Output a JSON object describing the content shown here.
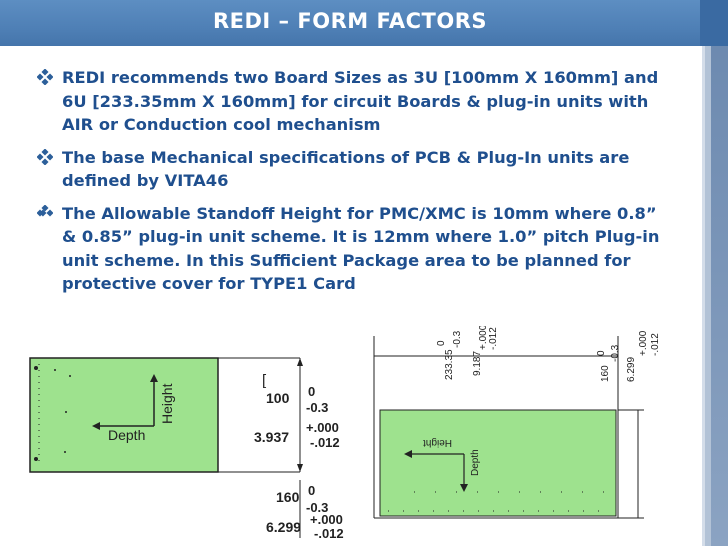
{
  "slide": {
    "title": "REDI – FORM FACTORS",
    "bullets": [
      "REDI recommends two Board Sizes as 3U [100mm X 160mm] and 6U [233.35mm X 160mm] for circuit Boards & plug-in units with AIR or Conduction cool  mechanism",
      "The base Mechanical specifications of PCB & Plug-In units are defined by VITA46",
      "The Allowable Standoff Height for PMC/XMC is 10mm where 0.8” & 0.85” plug-in unit scheme. It is 12mm where 1.0” pitch Plug-in unit scheme. In this Sufficient Package area to be planned for protective cover for TYPE1 Card"
    ]
  },
  "figure_3u": {
    "height_label": "Height",
    "depth_label": "Depth",
    "dim1": {
      "mm": "100",
      "tol_top": "0",
      "tol_bottom": "-0.3",
      "inch": "3.937",
      "tol_in_top": "+.000",
      "tol_in_bottom": "-.012"
    },
    "dim2": {
      "mm": "160",
      "tol_top": "0",
      "tol_bottom": "-0.3",
      "inch": "6.299",
      "tol_in_top": "+.000",
      "tol_in_bottom": "-.012"
    }
  },
  "figure_6u": {
    "height_label": "Height",
    "depth_label": "Depth",
    "dim_left": {
      "mm": "233.35",
      "tol_top": "0",
      "tol_bottom": "-0.3",
      "inch": "9.187",
      "tol_in_top": "+.000",
      "tol_in_bottom": "-.012"
    },
    "dim_right": {
      "mm": "160",
      "tol_top": "0",
      "tol_bottom": "-0.3",
      "inch": "6.299",
      "tol_in_top": "+.000",
      "tol_in_bottom": "-.012"
    }
  },
  "colors": {
    "title_bar": "#4f80b6",
    "bullet_text": "#1f4f8e",
    "board_green": "#9ee28e",
    "diamond": "#2c5f9a"
  },
  "icons": {
    "bullet": "diamond-bullet-icon"
  }
}
